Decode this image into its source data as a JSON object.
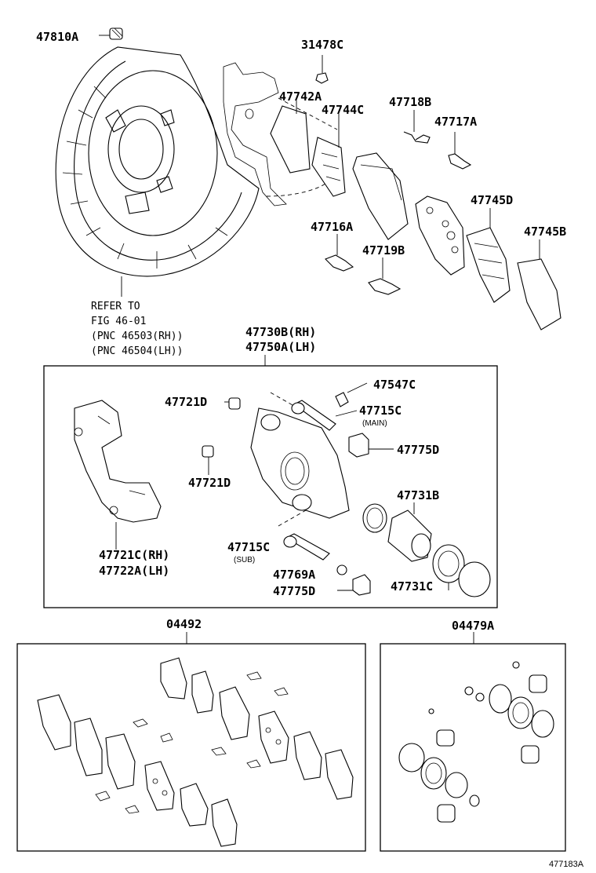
{
  "labels": {
    "l47810A": "47810A",
    "l31478C": "31478C",
    "l47742A": "47742A",
    "l47744C": "47744C",
    "l47718B": "47718B",
    "l47717A": "47717A",
    "l47745D": "47745D",
    "l47745B": "47745B",
    "l47716A": "47716A",
    "l47719B": "47719B",
    "l47730B": "47730B(RH)",
    "l47750A": "47750A(LH)",
    "l47721D_a": "47721D",
    "l47547C": "47547C",
    "l47715C_main": "47715C",
    "l47775D_a": "47775D",
    "l47721D_b": "47721D",
    "l47731B": "47731B",
    "l47721C": "47721C(RH)",
    "l47722A": "47722A(LH)",
    "l47715C_sub": "47715C",
    "l47769A": "47769A",
    "l47775D_b": "47775D",
    "l47731C": "47731C",
    "l04492": "04492",
    "l04479A": "04479A"
  },
  "sublabels": {
    "main": "(MAIN)",
    "sub": "(SUB)"
  },
  "refer": {
    "line1": "REFER TO",
    "line2": "FIG 46-01",
    "line3": "(PNC 46503(RH))",
    "line4": "(PNC 46504(LH))"
  },
  "figure_id": "477183A"
}
